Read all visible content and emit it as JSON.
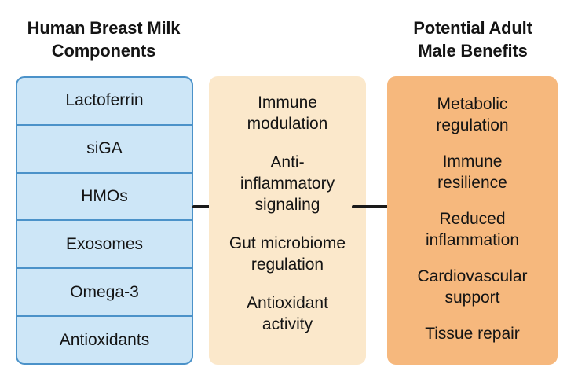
{
  "diagram": {
    "title_left": {
      "lines": [
        "Human Breast Milk",
        "Components"
      ]
    },
    "title_right": {
      "lines": [
        "Potential Adult",
        "Male Benefits"
      ]
    },
    "left_box": {
      "items": [
        "Lactoferrin",
        "siGA",
        "HMOs",
        "Exosomes",
        "Omega-3",
        "Antioxidants"
      ]
    },
    "middle_box": {
      "items": [
        {
          "lines": [
            "Immune",
            "modulation"
          ]
        },
        {
          "lines": [
            "Anti-",
            "inflammatory",
            "signaling"
          ]
        },
        {
          "lines": [
            "Gut microbiome",
            "regulation"
          ]
        },
        {
          "lines": [
            "Antioxidant",
            "activity"
          ]
        }
      ]
    },
    "right_box": {
      "items": [
        {
          "lines": [
            "Metabolic",
            "regulation"
          ]
        },
        {
          "lines": [
            "Immune",
            "resilience"
          ]
        },
        {
          "lines": [
            "Reduced",
            "inflammation"
          ]
        },
        {
          "lines": [
            "Cardiovascular",
            "support"
          ]
        },
        {
          "lines": [
            "Tissue repair"
          ]
        }
      ]
    },
    "colors": {
      "background": "#FFFFFF",
      "text": "#141414",
      "component_box_fill": "#CDE6F7",
      "component_box_border": "#4B92C9",
      "mechanism_box_fill": "#FBE8CB",
      "benefit_box_fill": "#F6B87D",
      "arrow": "#1A1A1A"
    }
  }
}
